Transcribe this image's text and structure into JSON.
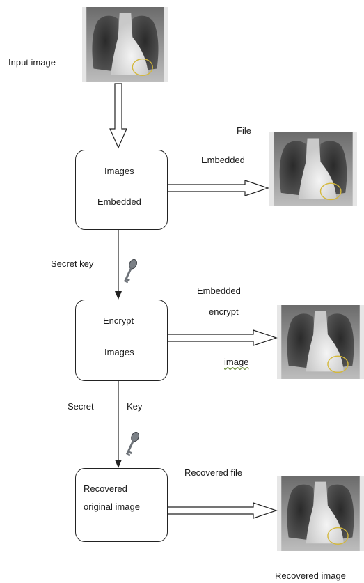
{
  "labels": {
    "input_image": "Input image",
    "file": "File",
    "embedded": "Embedded",
    "secret_key_1": "Secret key",
    "embedded_2": "Embedded",
    "encrypt": "encrypt",
    "image": "image",
    "secret": "Secret",
    "key": "Key",
    "recovered_file": "Recovered file",
    "recovered_image": "Recovered image"
  },
  "boxes": {
    "embed": {
      "line1": "Images",
      "line2": "Embedded"
    },
    "encrypt": {
      "line1": "Encrypt",
      "line2": "Images"
    },
    "recover": {
      "line1": "Recovered",
      "line2": "original image"
    }
  },
  "icons": {
    "xray": "chest-xray-image",
    "key": "key-icon"
  },
  "colors": {
    "highlight_circle": "#d4b83a",
    "stroke": "#222222"
  }
}
